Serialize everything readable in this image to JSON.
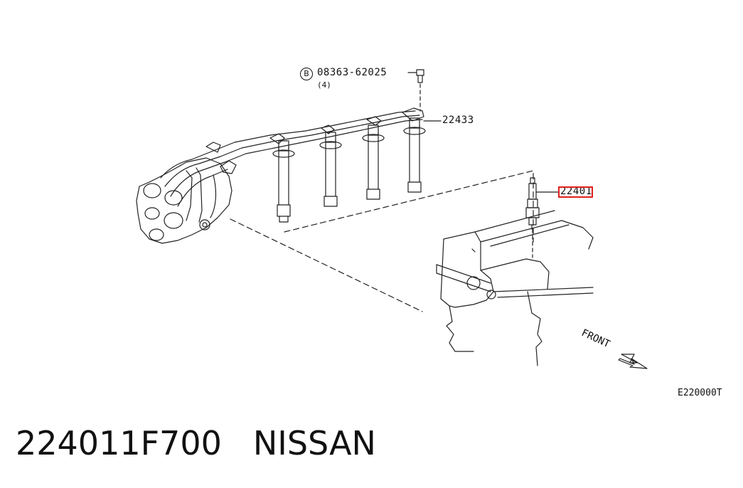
{
  "diagram": {
    "callouts": {
      "bolt_marker": "B",
      "bolt_part": "08363-62025",
      "bolt_qty": "(4)",
      "wire_set_part": "22433",
      "spark_plug_part": "22401"
    },
    "orientation_label": "FRONT",
    "figure_code": "E220000T",
    "highlight_color": "#e0201c"
  },
  "footer": {
    "part_number": "224011F700",
    "brand": "NISSAN"
  }
}
